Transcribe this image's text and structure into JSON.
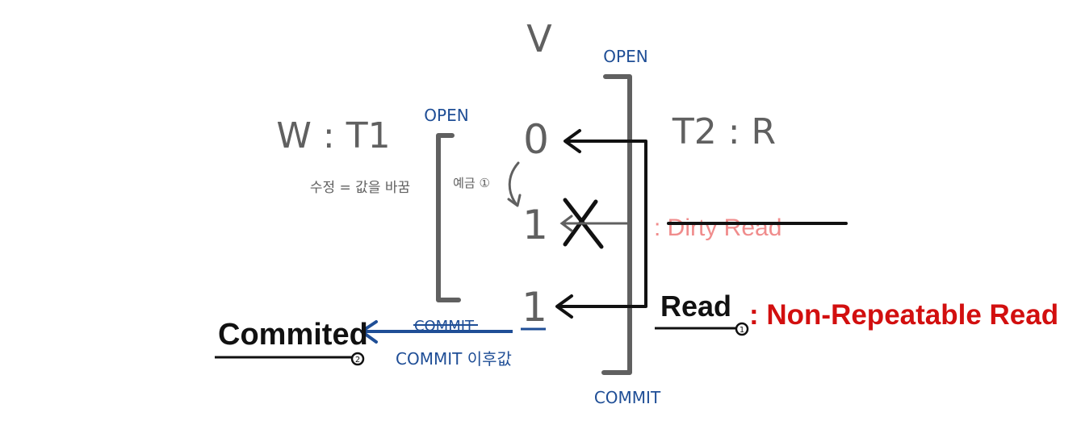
{
  "colors": {
    "gray": "#606060",
    "black": "#111111",
    "blue": "#1f4e96",
    "pink": "#f08c8c",
    "red": "#d20f0f"
  },
  "labels": {
    "v": "V",
    "t2_open": "OPEN",
    "t1_open": "OPEN",
    "t1": "W : T1",
    "t2": "T2 : R",
    "modify_note": "수정 = 값을 바꿈",
    "reserve_note": "예금 ①",
    "value_0": "0",
    "value_1a": "1",
    "value_1b": "1",
    "dirty_read": ": Dirty Read",
    "read": "Read",
    "non_repeatable": ": Non-Repeatable Read",
    "committed": "Commited",
    "commit_arrow": "COMMIT",
    "commit_after": "COMMIT 이후값",
    "t2_commit": "COMMIT",
    "circle_1": "1",
    "circle_2": "2"
  }
}
